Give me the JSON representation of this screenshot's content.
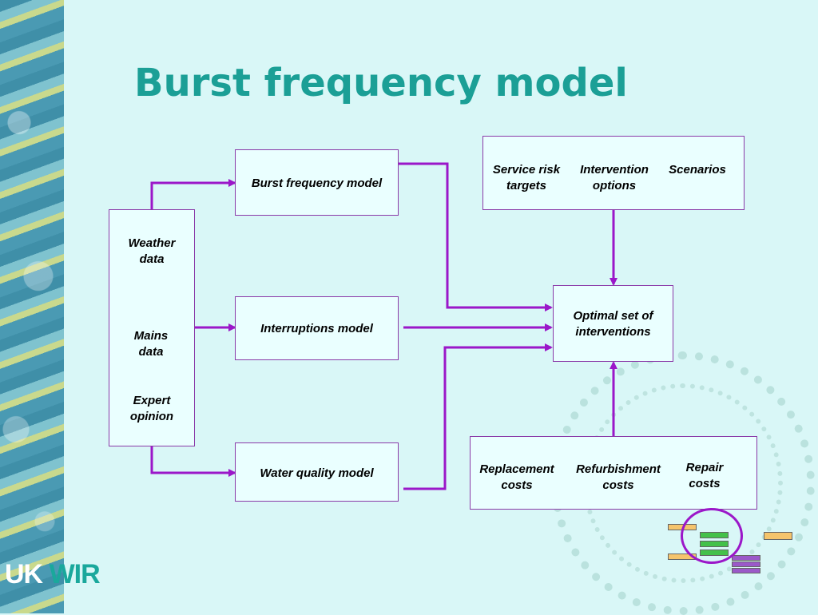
{
  "slide": {
    "title": "Burst frequency model",
    "logo": {
      "uk": "UK",
      "wir": "WIR"
    }
  },
  "inputs_box": {
    "weather": "Weather\ndata",
    "mains": "Mains\ndata",
    "expert": "Expert\nopinion"
  },
  "models": {
    "burst": "Burst frequency model",
    "interruptions": "Interruptions model",
    "water_quality": "Water quality model"
  },
  "drivers_box": {
    "service_risk": "Service risk\ntargets",
    "intervention": "Intervention\noptions",
    "scenarios": "Scenarios"
  },
  "output_box": {
    "label": "Optimal set of\ninterventions"
  },
  "costs_box": {
    "replacement": "Replacement\ncosts",
    "refurbishment": "Refurbishment\ncosts",
    "repair": "Repair\ncosts"
  },
  "colors": {
    "title": "#1b9f96",
    "arrow": "#9b17c9",
    "box_border": "#8a3aa8",
    "background": "#d9f7f7"
  },
  "icons": [
    "decorative-rock-texture",
    "watermark-seal",
    "mini-diagram-thumbnail"
  ]
}
